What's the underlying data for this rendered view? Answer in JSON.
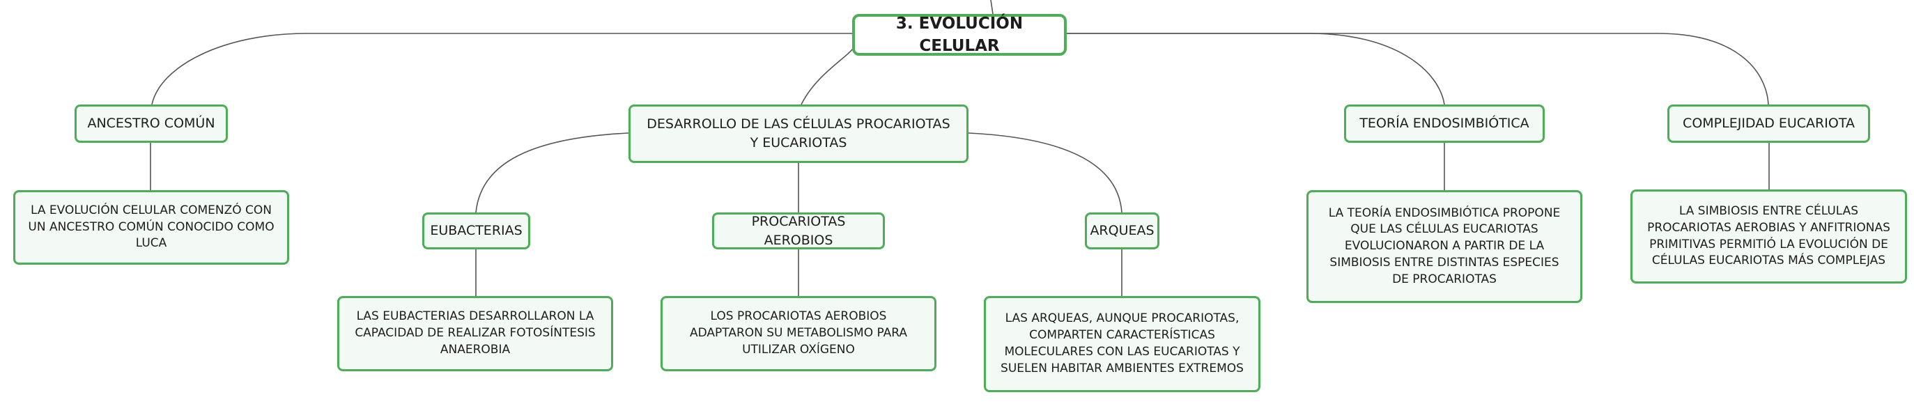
{
  "root": {
    "label": "3. EVOLUCIÓN CELULAR"
  },
  "branches": {
    "ancestro": {
      "label": "ANCESTRO COMÚN",
      "detail": "LA EVOLUCIÓN CELULAR COMENZÓ CON UN ANCESTRO COMÚN CONOCIDO COMO LUCA"
    },
    "desarrollo": {
      "label": "DESARROLLO DE LAS CÉLULAS PROCARIOTAS Y EUCARIOTAS",
      "eubacterias": {
        "label": "EUBACTERIAS",
        "detail": "LAS EUBACTERIAS DESARROLLARON LA CAPACIDAD DE REALIZAR FOTOSÍNTESIS ANAEROBIA"
      },
      "procariotas": {
        "label": "PROCARIOTAS AEROBIOS",
        "detail": "LOS PROCARIOTAS AEROBIOS ADAPTARON SU METABOLISMO PARA UTILIZAR OXÍGENO"
      },
      "arqueas": {
        "label": "ARQUEAS",
        "detail": "LAS ARQUEAS, AUNQUE PROCARIOTAS, COMPARTEN CARACTERÍSTICAS MOLECULARES CON LAS EUCARIOTAS Y SUELEN HABITAR AMBIENTES EXTREMOS"
      }
    },
    "endosimbiotica": {
      "label": "TEORÍA ENDOSIMBIÓTICA",
      "detail": "LA TEORÍA ENDOSIMBIÓTICA PROPONE QUE LAS CÉLULAS EUCARIOTAS EVOLUCIONARON A PARTIR DE LA SIMBIOSIS ENTRE DISTINTAS ESPECIES DE PROCARIOTAS"
    },
    "complejidad": {
      "label": "COMPLEJIDAD EUCARIOTA",
      "detail": "LA SIMBIOSIS ENTRE CÉLULAS PROCARIOTAS AEROBIAS Y ANFITRIONAS PRIMITIVAS PERMITIÓ LA EVOLUCIÓN DE CÉLULAS EUCARIOTAS MÁS COMPLEJAS"
    }
  },
  "colors": {
    "node_border": "#4caf58",
    "node_fill": "#f3f9f4",
    "connector": "#555555"
  }
}
